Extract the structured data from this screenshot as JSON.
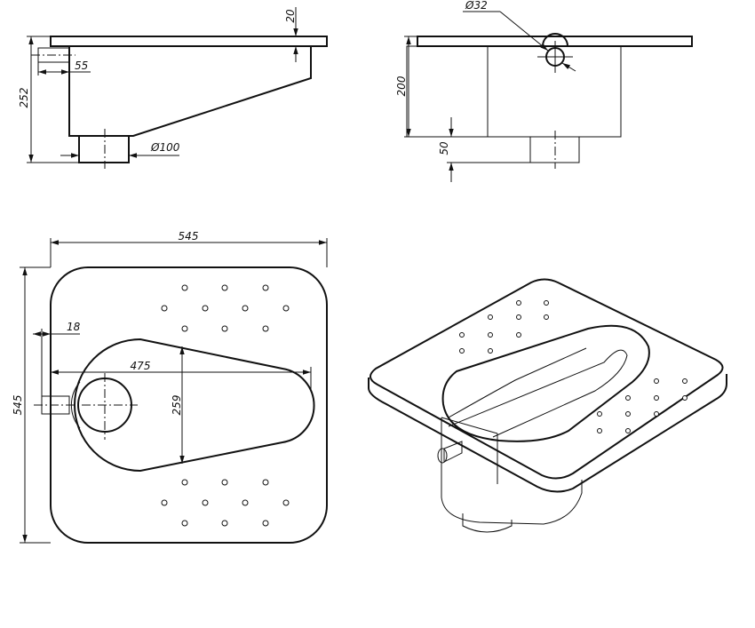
{
  "dimensions": {
    "slab_thickness": "20",
    "outlet_offset": "55",
    "total_height": "252",
    "drain_diameter": "Ø100",
    "inlet_diameter": "Ø32",
    "body_height": "200",
    "drain_height": "50",
    "plate_width": "545",
    "plate_depth": "545",
    "inlet_protrusion": "18",
    "bowl_length": "475",
    "bowl_width": "259"
  }
}
